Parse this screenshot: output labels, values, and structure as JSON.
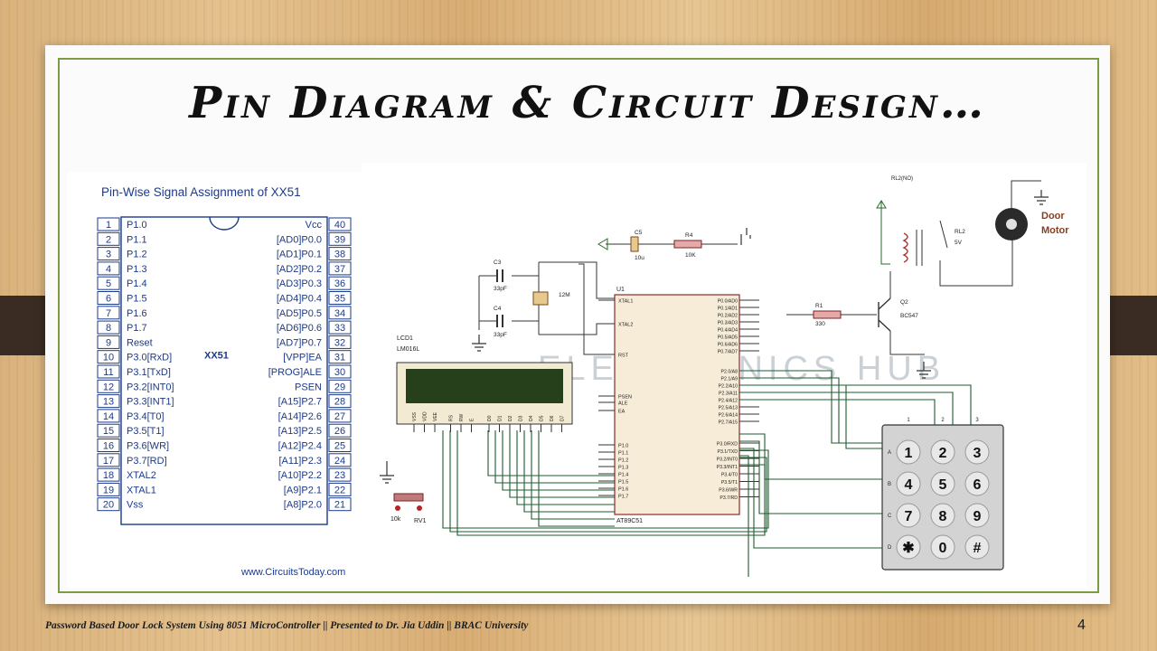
{
  "slide": {
    "title": "Pin Diagram & Circuit Design…",
    "footer": "Password Based Door Lock System Using 8051 MicroController  ||   Presented to Dr. Jia Uddin   ||  BRAC University",
    "page_number": "4"
  },
  "pinout": {
    "heading": "Pin-Wise Signal Assignment of XX51",
    "chip_label": "XX51",
    "credit": "www.CircuitsToday.com",
    "left_pins": [
      {
        "num": "1",
        "label": "P1.0"
      },
      {
        "num": "2",
        "label": "P1.1"
      },
      {
        "num": "3",
        "label": "P1.2"
      },
      {
        "num": "4",
        "label": "P1.3"
      },
      {
        "num": "5",
        "label": "P1.4"
      },
      {
        "num": "6",
        "label": "P1.5"
      },
      {
        "num": "7",
        "label": "P1.6"
      },
      {
        "num": "8",
        "label": "P1.7"
      },
      {
        "num": "9",
        "label": "Reset"
      },
      {
        "num": "10",
        "label": "P3.0[RxD]"
      },
      {
        "num": "11",
        "label": "P3.1[TxD]"
      },
      {
        "num": "12",
        "label": "P3.2[INT0]"
      },
      {
        "num": "13",
        "label": "P3.3[INT1]"
      },
      {
        "num": "14",
        "label": "P3.4[T0]"
      },
      {
        "num": "15",
        "label": "P3.5[T1]"
      },
      {
        "num": "16",
        "label": "P3.6[WR]"
      },
      {
        "num": "17",
        "label": "P3.7[RD]"
      },
      {
        "num": "18",
        "label": "XTAL2"
      },
      {
        "num": "19",
        "label": "XTAL1"
      },
      {
        "num": "20",
        "label": "Vss"
      }
    ],
    "right_pins": [
      {
        "num": "40",
        "label": "Vcc"
      },
      {
        "num": "39",
        "label": "[AD0]P0.0"
      },
      {
        "num": "38",
        "label": "[AD1]P0.1"
      },
      {
        "num": "37",
        "label": "[AD2]P0.2"
      },
      {
        "num": "36",
        "label": "[AD3]P0.3"
      },
      {
        "num": "35",
        "label": "[AD4]P0.4"
      },
      {
        "num": "34",
        "label": "[AD5]P0.5"
      },
      {
        "num": "33",
        "label": "[AD6]P0.6"
      },
      {
        "num": "32",
        "label": "[AD7]P0.7"
      },
      {
        "num": "31",
        "label": "[VPP]EA"
      },
      {
        "num": "30",
        "label": "[PROG]ALE"
      },
      {
        "num": "29",
        "label": "PSEN"
      },
      {
        "num": "28",
        "label": "[A15]P2.7"
      },
      {
        "num": "27",
        "label": "[A14]P2.6"
      },
      {
        "num": "26",
        "label": "[A13]P2.5"
      },
      {
        "num": "25",
        "label": "[A12]P2.4"
      },
      {
        "num": "24",
        "label": "[A11]P2.3"
      },
      {
        "num": "23",
        "label": "[A10]P2.2"
      },
      {
        "num": "22",
        "label": "[A9]P2.1"
      },
      {
        "num": "21",
        "label": "[A8]P2.0"
      }
    ]
  },
  "schematic": {
    "watermark": "ELECTRONICS HUB",
    "mcu_ref": "U1",
    "mcu_part": "AT89C51",
    "mcu_left_pins": [
      "XTAL1",
      "XTAL2",
      "RST",
      "PSEN",
      "ALE",
      "EA",
      "P1.0",
      "P1.1",
      "P1.2",
      "P1.3",
      "P1.4",
      "P1.5",
      "P1.6",
      "P1.7"
    ],
    "mcu_right_pins": [
      "P0.0/AD0",
      "P0.1/AD1",
      "P0.2/AD2",
      "P0.3/AD3",
      "P0.4/AD4",
      "P0.5/AD5",
      "P0.6/AD6",
      "P0.7/AD7",
      "P2.0/A8",
      "P2.1/A9",
      "P2.2/A10",
      "P2.3/A11",
      "P2.4/A12",
      "P2.5/A13",
      "P2.6/A14",
      "P2.7/A15",
      "P3.0/RXD",
      "P3.1/TXD",
      "P3.2/INT0",
      "P3.3/INT1",
      "P3.4/T0",
      "P3.5/T1",
      "P3.6/WR",
      "P3.7/RD"
    ],
    "lcd_ref": "LCD1",
    "lcd_part": "LM016L",
    "lcd_pins": [
      "VSS",
      "VDD",
      "VEE",
      "RS",
      "RW",
      "E",
      "D0",
      "D1",
      "D2",
      "D3",
      "D4",
      "D5",
      "D6",
      "D7"
    ],
    "pot_value": "10k",
    "pot_ref": "RV1",
    "c5_ref": "C5",
    "c5_value": "10u",
    "r4_ref": "R4",
    "r4_value": "10K",
    "c3_ref": "C3",
    "c3_value": "33pF",
    "c4_ref": "C4",
    "c4_value": "33pF",
    "crystal_value": "12M",
    "r1_ref": "R1",
    "r1_value": "330",
    "q2_ref": "Q2",
    "q2_part": "BC547",
    "relay_top": "RL2(NO)",
    "relay_ref": "RL2",
    "relay_voltage": "5V",
    "motor_label_1": "Door",
    "motor_label_2": "Motor",
    "keypad_rows": [
      "A",
      "B",
      "C",
      "D"
    ],
    "keypad_cols": [
      "1",
      "2",
      "3"
    ],
    "keypad_keys": [
      "1",
      "2",
      "3",
      "4",
      "5",
      "6",
      "7",
      "8",
      "9",
      "✱",
      "0",
      "#"
    ]
  },
  "colors": {
    "frame": "#7f9a45",
    "pinout_text": "#1b3a8a",
    "wire": "#1e5b2e",
    "lcd_screen": "#27401c"
  }
}
